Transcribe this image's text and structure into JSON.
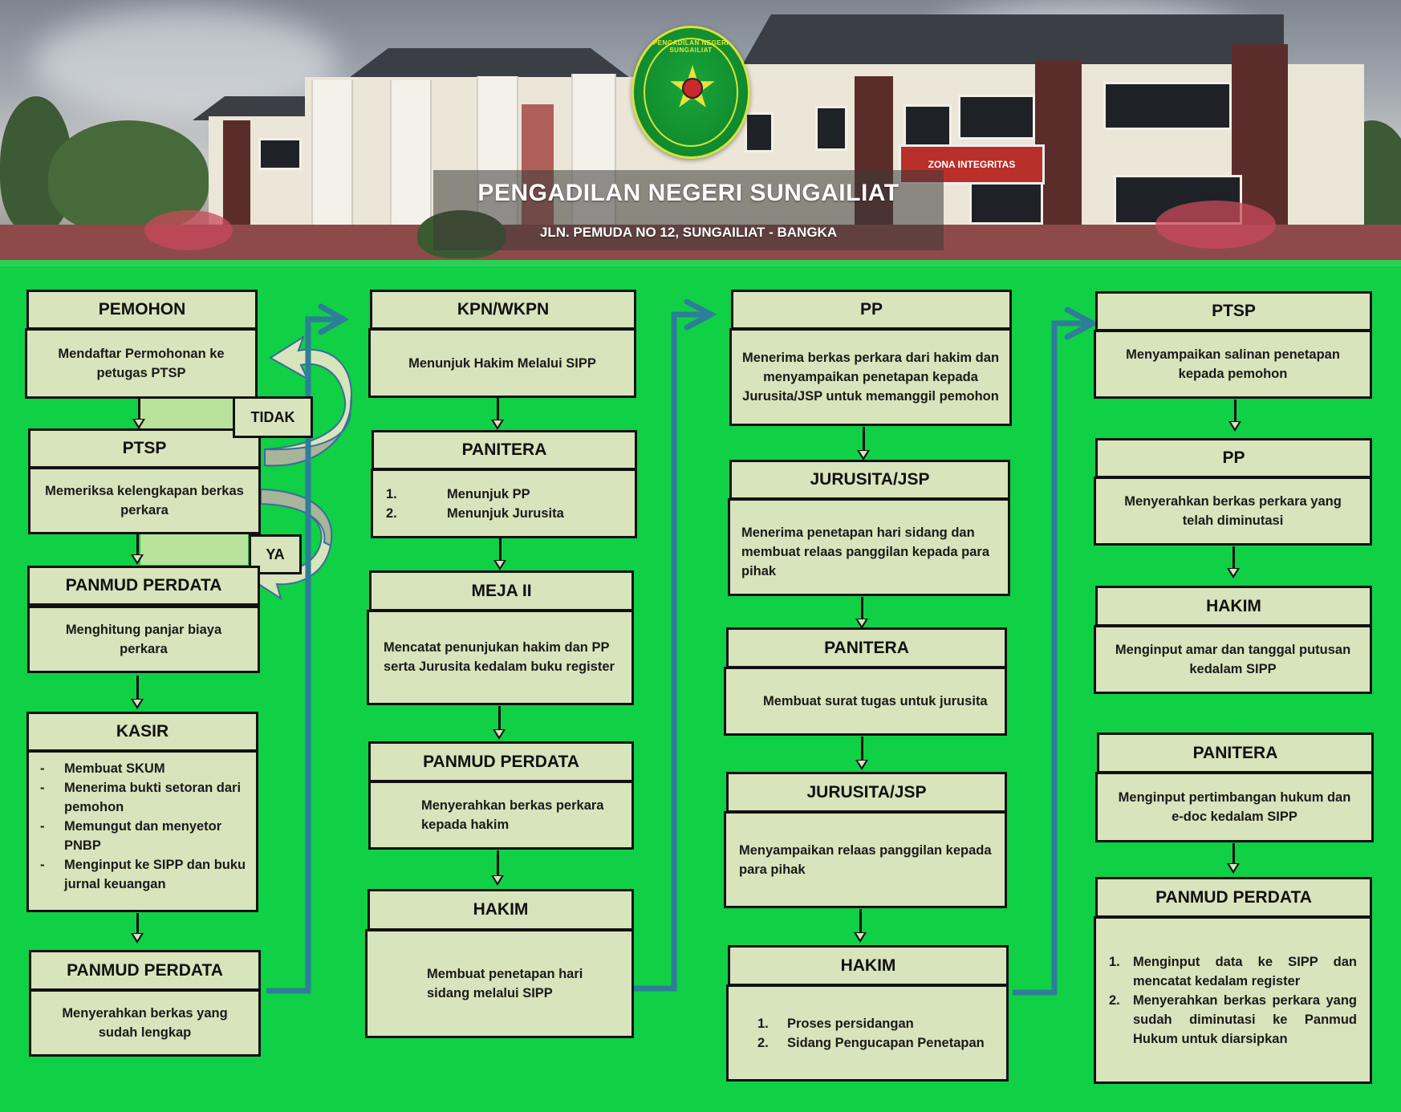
{
  "header": {
    "title": "PENGADILAN NEGERI SUNGAILIAT",
    "address": "JLN. PEMUDA NO 12, SUNGAILIAT - BANGKA",
    "logo_text": "PENGADILAN NEGERI SUNGAILIAT",
    "banner_text": "ZONA INTEGRITAS"
  },
  "colors": {
    "background": "#10d046",
    "box_fill": "#d8e4bc",
    "box_border": "#111111",
    "connector": "#2e7d9a",
    "decision_fill": "#b9e39a"
  },
  "columns": [
    {
      "steps": [
        {
          "title": "PEMOHON",
          "body": "Mendaftar Permohonan ke petugas PTSP"
        },
        {
          "title": "PTSP",
          "body": "Memeriksa kelengkapan berkas perkara"
        },
        {
          "title": "PANMUD PERDATA",
          "body": "Menghitung panjar biaya perkara"
        },
        {
          "title": "KASIR",
          "list_marker": "-",
          "items": [
            "Membuat SKUM",
            "Menerima bukti setoran dari pemohon",
            "Memungut dan menyetor PNBP",
            "Menginput ke SIPP dan buku jurnal keuangan"
          ]
        },
        {
          "title": "PANMUD PERDATA",
          "body": "Menyerahkan berkas yang sudah lengkap"
        }
      ],
      "decisions": {
        "no": "TIDAK",
        "yes": "YA"
      }
    },
    {
      "steps": [
        {
          "title": "KPN/WKPN",
          "body": "Menunjuk Hakim Melalui SIPP"
        },
        {
          "title": "PANITERA",
          "items": [
            "Menunjuk PP",
            "Menunjuk Jurusita"
          ]
        },
        {
          "title": "MEJA II",
          "body": "Mencatat penunjukan hakim dan PP serta Jurusita kedalam buku register"
        },
        {
          "title": "PANMUD PERDATA",
          "body": "Menyerahkan berkas perkara kepada hakim"
        },
        {
          "title": "HAKIM",
          "body": "Membuat penetapan hari sidang melalui SIPP"
        }
      ]
    },
    {
      "steps": [
        {
          "title": "PP",
          "body": "Menerima berkas perkara dari hakim dan menyampaikan penetapan kepada Jurusita/JSP untuk memanggil pemohon"
        },
        {
          "title": "JURUSITA/JSP",
          "body": "Menerima penetapan hari sidang dan membuat relaas panggilan kepada para pihak"
        },
        {
          "title": "PANITERA",
          "body": "Membuat surat tugas untuk jurusita"
        },
        {
          "title": "JURUSITA/JSP",
          "body": "Menyampaikan relaas panggilan kepada para pihak"
        },
        {
          "title": "HAKIM",
          "items": [
            "Proses persidangan",
            "Sidang Pengucapan Penetapan"
          ]
        }
      ]
    },
    {
      "steps": [
        {
          "title": "PTSP",
          "body": "Menyampaikan salinan penetapan kepada pemohon"
        },
        {
          "title": "PP",
          "body": "Menyerahkan berkas perkara yang telah diminutasi"
        },
        {
          "title": "HAKIM",
          "body": "Menginput amar dan tanggal putusan kedalam SIPP"
        },
        {
          "title": "PANITERA",
          "body": "Menginput pertimbangan hukum dan e-doc kedalam SIPP"
        },
        {
          "title": "PANMUD PERDATA",
          "items": [
            "Menginput data ke SIPP dan mencatat kedalam register",
            "Menyerahkan berkas perkara yang sudah diminutasi ke Panmud Hukum untuk diarsipkan"
          ]
        }
      ]
    }
  ],
  "markers": {
    "n1": "1.",
    "n2": "2.",
    "dash": "-"
  }
}
